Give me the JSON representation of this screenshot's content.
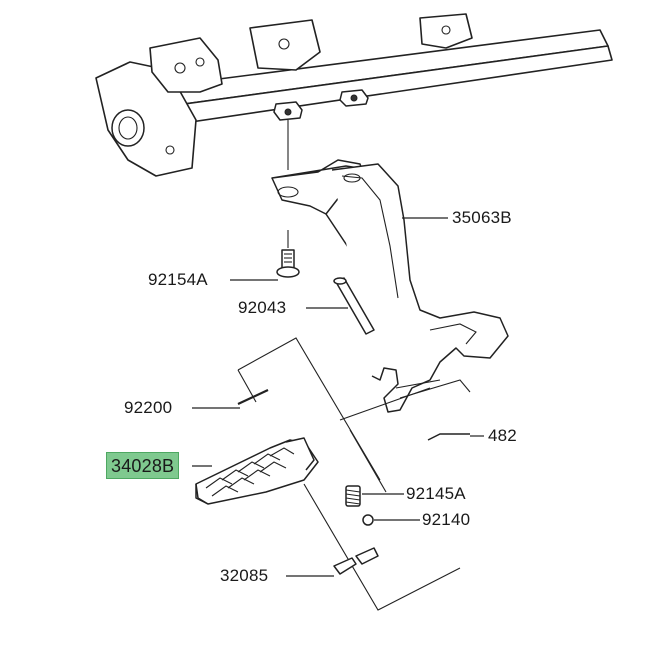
{
  "diagram": {
    "highlight_color": "#7fc98f",
    "parts": [
      {
        "id": "35063B",
        "label": "35063B"
      },
      {
        "id": "92154A",
        "label": "92154A"
      },
      {
        "id": "92043",
        "label": "92043"
      },
      {
        "id": "92200",
        "label": "92200"
      },
      {
        "id": "482",
        "label": "482"
      },
      {
        "id": "34028B",
        "label": "34028B",
        "highlighted": true
      },
      {
        "id": "92145A",
        "label": "92145A"
      },
      {
        "id": "92140",
        "label": "92140"
      },
      {
        "id": "32085",
        "label": "32085"
      }
    ]
  }
}
